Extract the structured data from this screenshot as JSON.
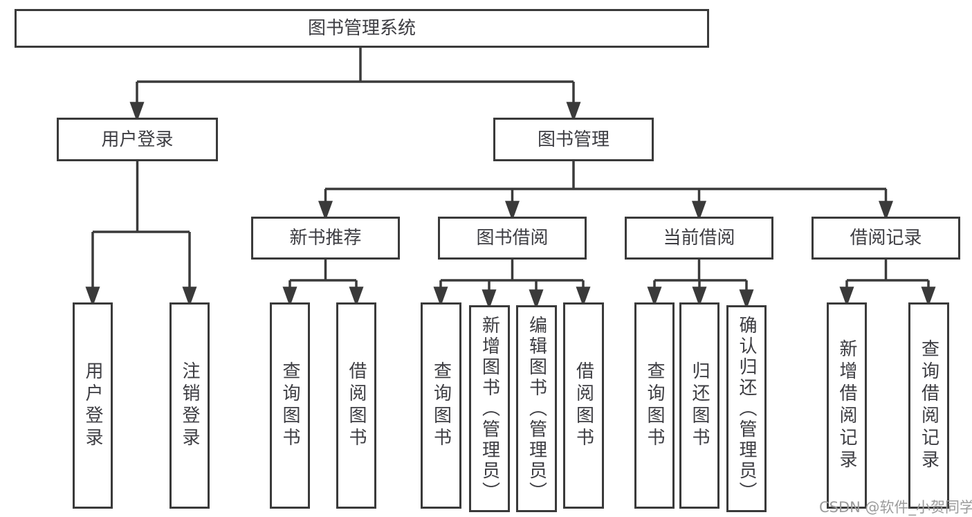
{
  "diagram": {
    "root": {
      "label": "图书管理系统"
    },
    "branches": [
      {
        "label": "用户登录",
        "children": [
          {
            "label": "用户登录"
          },
          {
            "label": "注销登录"
          }
        ]
      },
      {
        "label": "图书管理",
        "children": [
          {
            "label": "新书推荐",
            "children": [
              {
                "label": "查询图书"
              },
              {
                "label": "借阅图书"
              }
            ]
          },
          {
            "label": "图书借阅",
            "children": [
              {
                "label": "查询图书"
              },
              {
                "label": "新增图书（管理员）"
              },
              {
                "label": "编辑图书（管理员）"
              },
              {
                "label": "借阅图书"
              }
            ]
          },
          {
            "label": "当前借阅",
            "children": [
              {
                "label": "查询图书"
              },
              {
                "label": "归还图书"
              },
              {
                "label": "确认归还（管理员）"
              }
            ]
          },
          {
            "label": "借阅记录",
            "children": [
              {
                "label": "新增借阅记录"
              },
              {
                "label": "查询借阅记录"
              }
            ]
          }
        ]
      }
    ]
  },
  "watermark": {
    "text": "CSDN @软件_小贺同学"
  },
  "colors": {
    "line": "#3a3a3a",
    "text": "#3d3d42",
    "background": "#ffffff",
    "watermark": "#9b9b9b"
  }
}
